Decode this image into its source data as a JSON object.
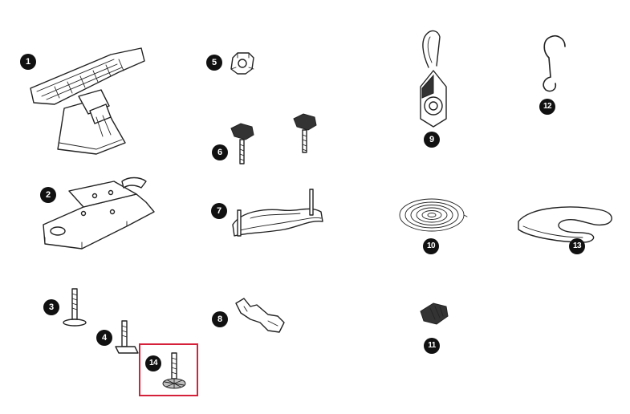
{
  "accent_color": "#d6213a",
  "badge_color": "#111111",
  "parts": [
    {
      "id": "part-1",
      "label": "1"
    },
    {
      "id": "part-2",
      "label": "2"
    },
    {
      "id": "part-3",
      "label": "3"
    },
    {
      "id": "part-4",
      "label": "4"
    },
    {
      "id": "part-5",
      "label": "5"
    },
    {
      "id": "part-6",
      "label": "6"
    },
    {
      "id": "part-7",
      "label": "7"
    },
    {
      "id": "part-8",
      "label": "8"
    },
    {
      "id": "part-9",
      "label": "9"
    },
    {
      "id": "part-10",
      "label": "10"
    },
    {
      "id": "part-11",
      "label": "11"
    },
    {
      "id": "part-12",
      "label": "12"
    },
    {
      "id": "part-13",
      "label": "13"
    },
    {
      "id": "part-14",
      "label": "14",
      "highlighted": true
    }
  ]
}
